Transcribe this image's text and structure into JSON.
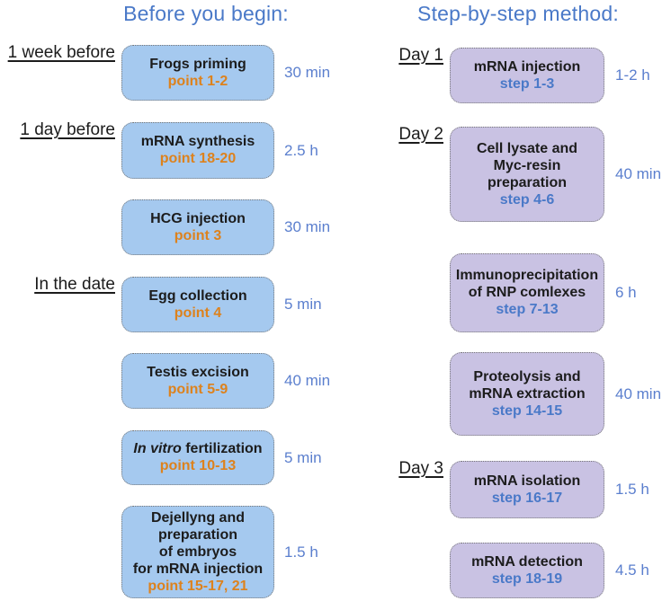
{
  "colors": {
    "header_blue": "#4a79c8",
    "time_blue": "#5b7fce",
    "step_blue": "#4a79c8",
    "point_orange": "#dd821d",
    "left_box_fill": "#a5c9ef",
    "right_box_fill": "#c9c2e3",
    "box_border": "#777777"
  },
  "left": {
    "header": "Before you begin:",
    "rows": [
      {
        "label": "1 week before",
        "title": "Frogs priming",
        "points": "point 1-2",
        "time": "30 min"
      },
      {
        "label": "1 day before",
        "title": "mRNA synthesis",
        "points": "point 18-20",
        "time": "2.5 h"
      },
      {
        "title": "HCG injection",
        "points": "point 3",
        "time": "30 min"
      },
      {
        "label": "In the date",
        "title": "Egg collection",
        "points": "point 4",
        "time": "5 min"
      },
      {
        "title": "Testis excision",
        "points": "point 5-9",
        "time": "40 min"
      },
      {
        "title_italic": "In vitro",
        "title_rest": "fertilization",
        "points": "point 10-13",
        "time": "5 min"
      },
      {
        "title": "Dejellyng and\npreparation\nof embryos\nfor mRNA injection",
        "points": "point 15-17, 21",
        "time": "1.5 h"
      }
    ]
  },
  "right": {
    "header": "Step-by-step method:",
    "rows": [
      {
        "label": "Day 1",
        "title": "mRNA injection",
        "steps": "step 1-3",
        "time": "1-2 h"
      },
      {
        "label": "Day 2",
        "title": "Cell lysate and\nMyc-resin\npreparation",
        "steps": "step 4-6",
        "time": "40 min"
      },
      {
        "title": "Immunoprecipitation\nof RNP comlexes",
        "steps": "step 7-13",
        "time": "6 h"
      },
      {
        "title": "Proteolysis and\nmRNA extraction",
        "steps": "step 14-15",
        "time": "40 min"
      },
      {
        "label": "Day 3",
        "title": "mRNA isolation",
        "steps": "step 16-17",
        "time": "1.5 h"
      },
      {
        "title": "mRNA detection",
        "steps": "step 18-19",
        "time": "4.5 h"
      }
    ]
  }
}
